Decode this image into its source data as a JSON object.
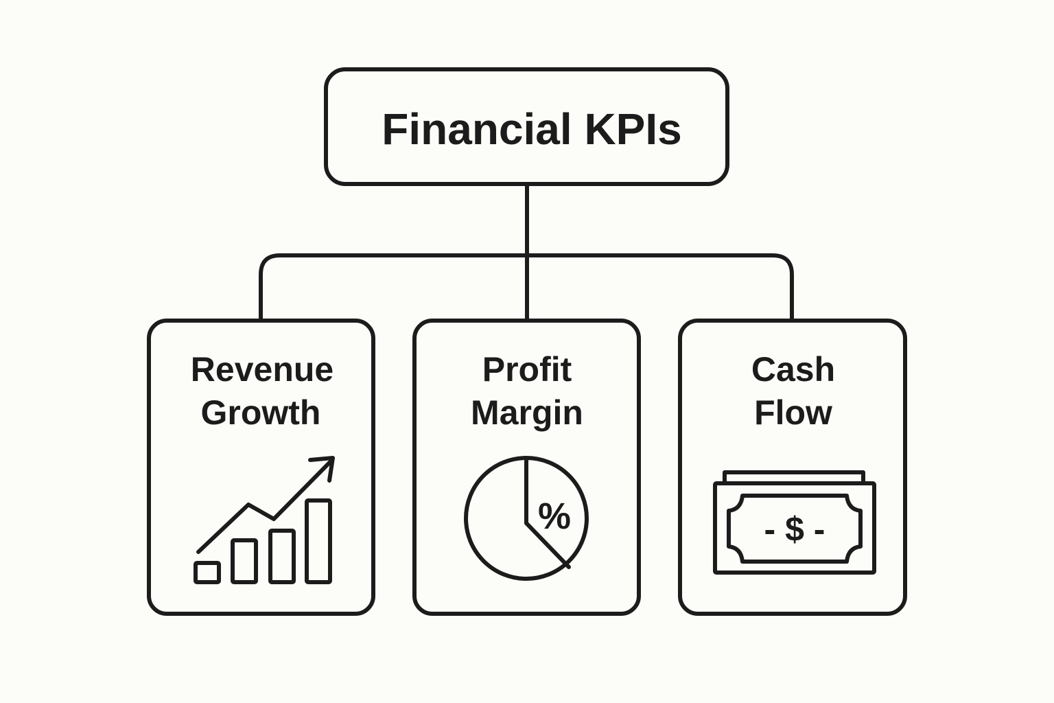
{
  "diagram": {
    "root": {
      "label": "Financial KPIs"
    },
    "children": [
      {
        "line1": "Revenue",
        "line2": "Growth",
        "icon": "bar-chart-arrow-icon"
      },
      {
        "line1": "Profit",
        "line2": "Margin",
        "icon": "pie-percent-icon",
        "icon_text": "%"
      },
      {
        "line1": "Cash",
        "line2": "Flow",
        "icon": "banknote-icon",
        "icon_text": "- $ -"
      }
    ]
  },
  "colors": {
    "background": "#fcfcf8",
    "stroke": "#1c1c1c"
  }
}
